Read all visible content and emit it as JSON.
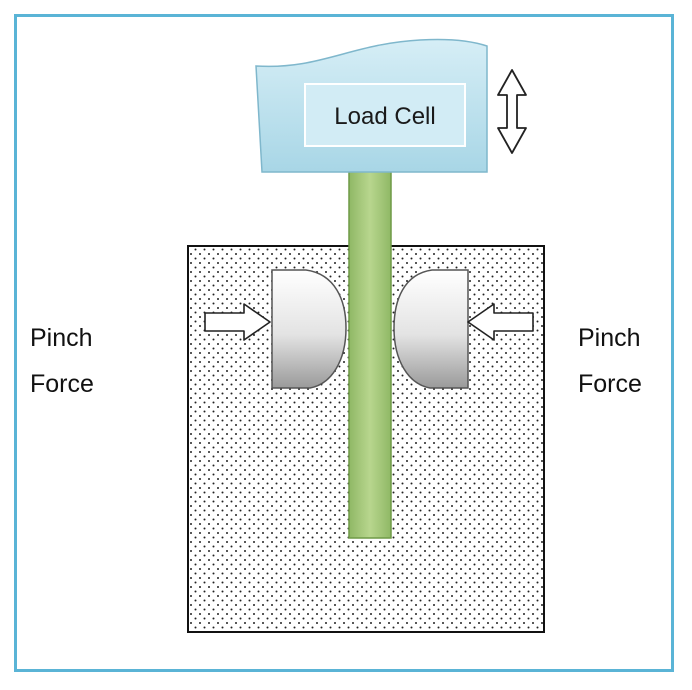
{
  "diagram": {
    "load_cell_label": "Load Cell",
    "left_label": {
      "line1": "Pinch",
      "line2": "Force"
    },
    "right_label": {
      "line1": "Pinch",
      "line2": "Force"
    }
  },
  "colors": {
    "frame_border": "#5ab4d6",
    "load_cell_fill": "#bfe3ef",
    "rod_fill": "#a3c77a",
    "chamber_border": "#111111"
  }
}
